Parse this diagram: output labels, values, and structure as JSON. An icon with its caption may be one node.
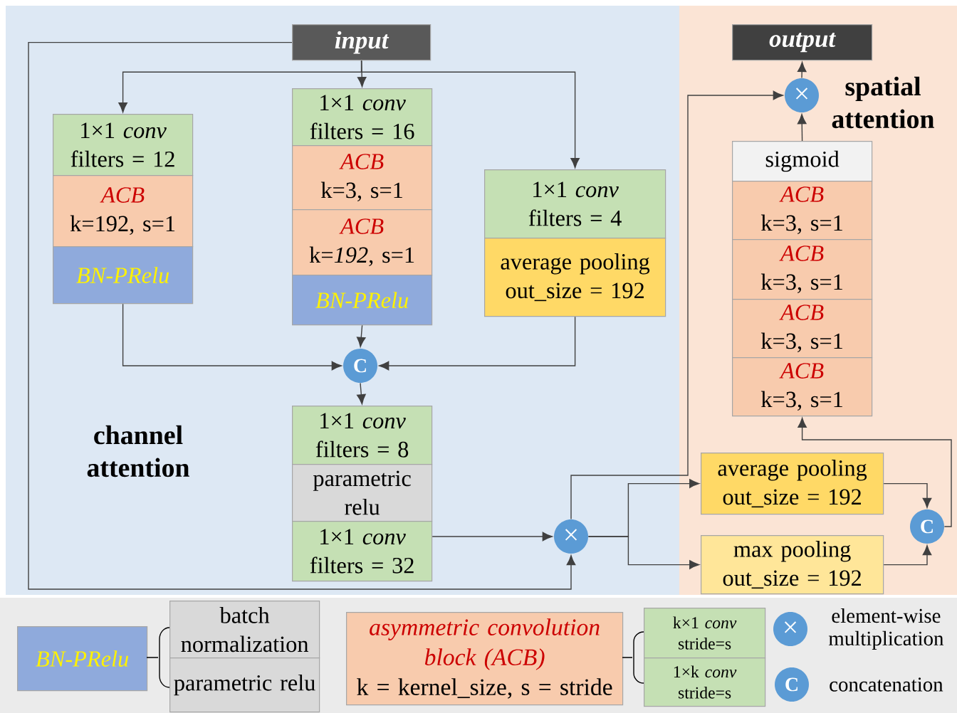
{
  "diagram": {
    "nodes": [
      {
        "text": [
          "channel attention"
        ]
      },
      {
        "text": [
          "spatial attention"
        ]
      },
      {
        "text": [
          "input"
        ],
        "in": 0
      },
      {
        "text": [
          "1×1 *conv*",
          "filters = 12"
        ],
        "in": 0
      },
      {
        "text": [
          "ACB",
          "k=192, s=1"
        ],
        "in": 0
      },
      {
        "text": [
          "BN-PRelu"
        ],
        "in": 0
      },
      {
        "text": [
          "1×1 *conv*",
          "filters = 16"
        ],
        "in": 0
      },
      {
        "text": [
          "ACB",
          "k=3, s=1"
        ],
        "in": 0
      },
      {
        "text": [
          "ACB",
          "k=*192*, s=1"
        ],
        "in": 0
      },
      {
        "text": [
          "BN-PRelu"
        ],
        "in": 0
      },
      {
        "text": [
          "1×1 *conv*",
          "filters = 4"
        ],
        "in": 0
      },
      {
        "text": [
          "average pooling out_size = 192"
        ],
        "in": 0
      },
      {
        "text": [
          "C"
        ],
        "in": 0
      },
      {
        "text": [
          "1×1 *conv*",
          "filters = 8"
        ],
        "in": 0
      },
      {
        "text": [
          "parametric relu"
        ],
        "in": 0
      },
      {
        "text": [
          "1×1 *conv*",
          "filters = 32"
        ],
        "in": 0
      },
      {
        "text": [
          "×"
        ],
        "in": 0
      },
      {
        "text": [
          "output"
        ],
        "in": 1
      },
      {
        "text": [
          "×"
        ],
        "in": 1
      },
      {
        "text": [
          "sigmoid"
        ],
        "in": 1
      },
      {
        "text": [
          "ACB",
          "k=3, s=1"
        ],
        "in": 1
      },
      {
        "text": [
          "ACB",
          "k=3, s=1"
        ],
        "in": 1
      },
      {
        "text": [
          "ACB",
          "k=3, s=1"
        ],
        "in": 1
      },
      {
        "text": [
          "ACB",
          "k=3, s=1"
        ],
        "in": 1
      },
      {
        "text": [
          "average pooling out_size = 192"
        ],
        "in": 1
      },
      {
        "text": [
          "max pooling out_size = 192"
        ],
        "in": 1
      },
      {
        "text": [
          "C"
        ],
        "in": 1
      },
      {
        "text": [
          "BN-PRelu"
        ]
      },
      {
        "text": [
          "batch normalization"
        ]
      },
      {
        "text": [
          "parametric relu"
        ]
      },
      {
        "text": [
          "*asymmetric convolution block* (*ACB*)",
          "k = kernel_size, s = stride"
        ]
      },
      {
        "text": [
          "k×1 *conv* stride=s"
        ]
      },
      {
        "text": [
          "1×k *conv* stride=s"
        ]
      }
    ],
    "edges": [
      {
        "from": 2,
        "to": 3,
        "arrow": "to"
      },
      {
        "from": 2,
        "to": 6,
        "arrow": "to"
      },
      {
        "from": 2,
        "to": 10,
        "arrow": "to"
      },
      {
        "from": 2,
        "to": 16,
        "arrow": "to"
      },
      {
        "from": 5,
        "to": 12,
        "arrow": "to"
      },
      {
        "from": 9,
        "to": 12,
        "arrow": "to"
      },
      {
        "from": 11,
        "to": 12,
        "arrow": "to"
      },
      {
        "from": 12,
        "to": 13,
        "arrow": "to"
      },
      {
        "from": 15,
        "to": 16,
        "arrow": "to"
      },
      {
        "from": 16,
        "to": 18,
        "arrow": "to"
      },
      {
        "from": 16,
        "to": 24,
        "arrow": "to"
      },
      {
        "from": 16,
        "to": 25,
        "arrow": "to"
      },
      {
        "from": 24,
        "to": 26,
        "arrow": "to"
      },
      {
        "from": 25,
        "to": 26,
        "arrow": "to"
      },
      {
        "from": 26,
        "to": 23,
        "arrow": "to"
      },
      {
        "from": 19,
        "to": 18,
        "arrow": "to"
      },
      {
        "from": 18,
        "to": 17,
        "arrow": "to"
      }
    ],
    "labels": [
      "×",
      "C"
    ],
    "legend": [
      {
        "text": "element-wise multiplication"
      },
      {
        "text": "concatenation"
      }
    ]
  }
}
